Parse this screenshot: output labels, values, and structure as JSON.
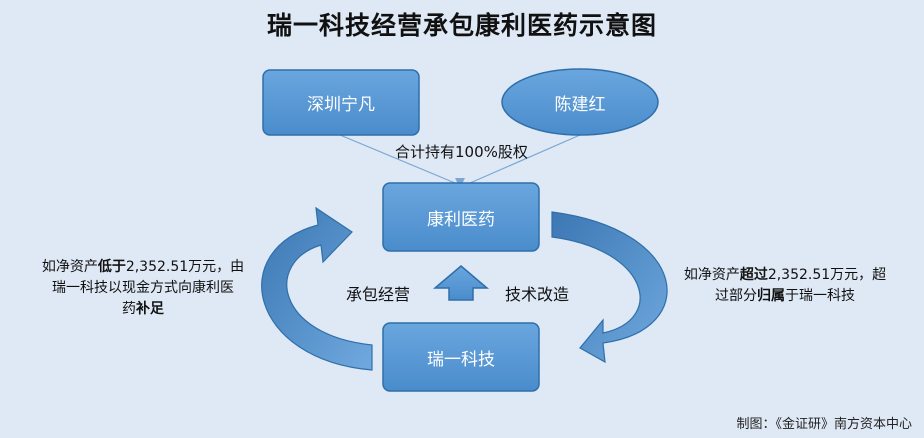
{
  "title": "瑞一科技经营承包康利医药示意图",
  "nodes": {
    "shenzhen": "深圳宁凡",
    "chenjianhong": "陈建红",
    "kangli": "康利医药",
    "ruiyi": "瑞一科技"
  },
  "share_label": "合计持有100%股权",
  "middle_labels": {
    "left": "承包经营",
    "right": "技术改造"
  },
  "left_note": {
    "p1": "如净资产",
    "b1": "低于",
    "p2": "2,352.51万元，由",
    "p3": "瑞一科技以现金方式向康利医",
    "p4": "药",
    "b2": "补足"
  },
  "right_note": {
    "p1": "如净资产",
    "b1": "超过",
    "p2": "2,352.51万元，超",
    "p3": "过部分",
    "b2": "归属",
    "p4": "于瑞一科技"
  },
  "footer": "制图：《金证研》南方资本中心",
  "colors": {
    "background": "#dfe9f5",
    "box_fill": "#5b9bd5",
    "box_stroke": "#2f6fa9",
    "arrow_fill": "#4f86c0"
  }
}
